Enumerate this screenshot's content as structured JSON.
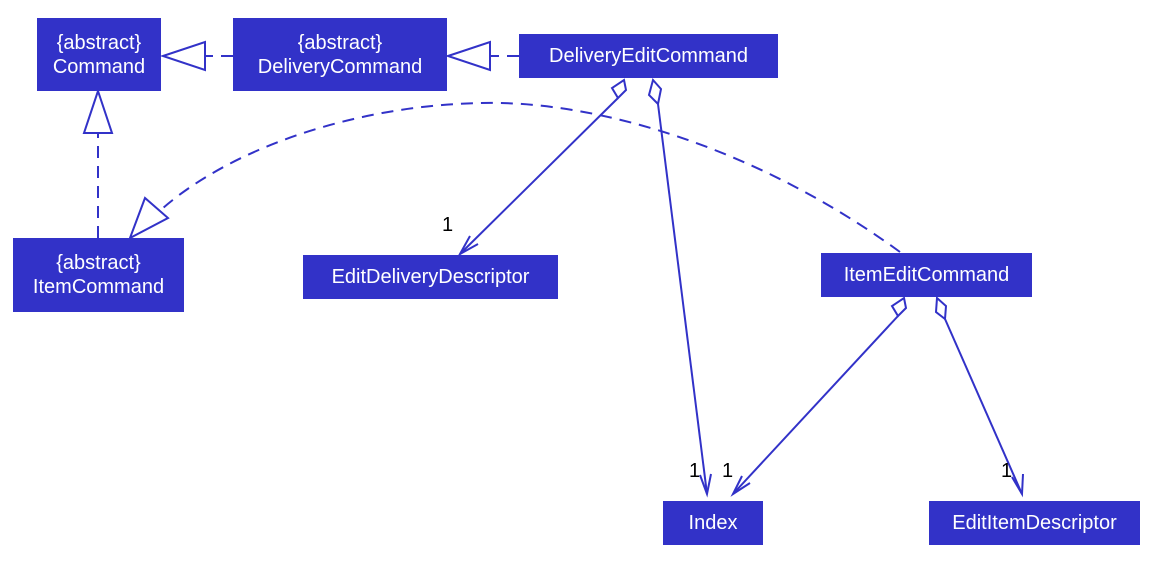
{
  "diagram": {
    "classes": {
      "command": {
        "stereotype": "{abstract}",
        "name": "Command"
      },
      "delivery_command": {
        "stereotype": "{abstract}",
        "name": "DeliveryCommand"
      },
      "delivery_edit_command": {
        "name": "DeliveryEditCommand"
      },
      "item_command": {
        "stereotype": "{abstract}",
        "name": "ItemCommand"
      },
      "edit_delivery_descriptor": {
        "name": "EditDeliveryDescriptor"
      },
      "item_edit_command": {
        "name": "ItemEditCommand"
      },
      "index": {
        "name": "Index"
      },
      "edit_item_descriptor": {
        "name": "EditItemDescriptor"
      }
    },
    "relations": [
      {
        "type": "realization",
        "from": "delivery_command",
        "to": "command"
      },
      {
        "type": "realization",
        "from": "delivery_edit_command",
        "to": "delivery_command"
      },
      {
        "type": "realization",
        "from": "item_command",
        "to": "command"
      },
      {
        "type": "realization",
        "from": "item_edit_command",
        "to": "item_command"
      },
      {
        "type": "aggregation",
        "from": "delivery_edit_command",
        "to": "edit_delivery_descriptor",
        "multiplicity": "1"
      },
      {
        "type": "aggregation",
        "from": "delivery_edit_command",
        "to": "index",
        "multiplicity": "1"
      },
      {
        "type": "aggregation",
        "from": "item_edit_command",
        "to": "index",
        "multiplicity": "1"
      },
      {
        "type": "aggregation",
        "from": "item_edit_command",
        "to": "edit_item_descriptor",
        "multiplicity": "1"
      }
    ],
    "colors": {
      "node_fill": "#3232c8",
      "node_text": "#ffffff",
      "edge": "#3232c8",
      "multiplicity_text": "#000000"
    }
  }
}
